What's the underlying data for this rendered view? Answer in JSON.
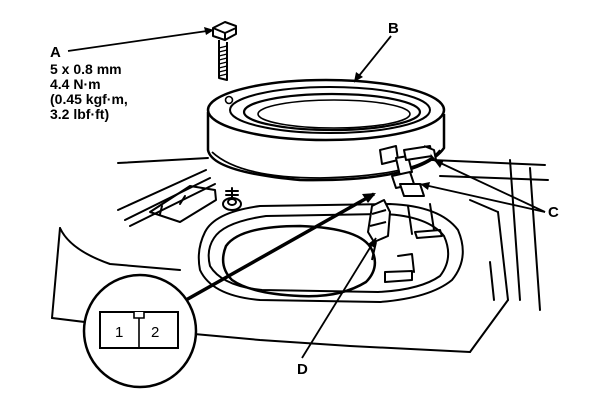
{
  "callouts": {
    "a": "A",
    "b": "B",
    "c": "C",
    "d": "D"
  },
  "bolt_spec": [
    "5 x 0.8 mm",
    "4.4 N·m",
    "(0.45 kgf·m,",
    "3.2 lbf·ft)"
  ],
  "connector": {
    "pins": [
      "1",
      "2"
    ]
  }
}
